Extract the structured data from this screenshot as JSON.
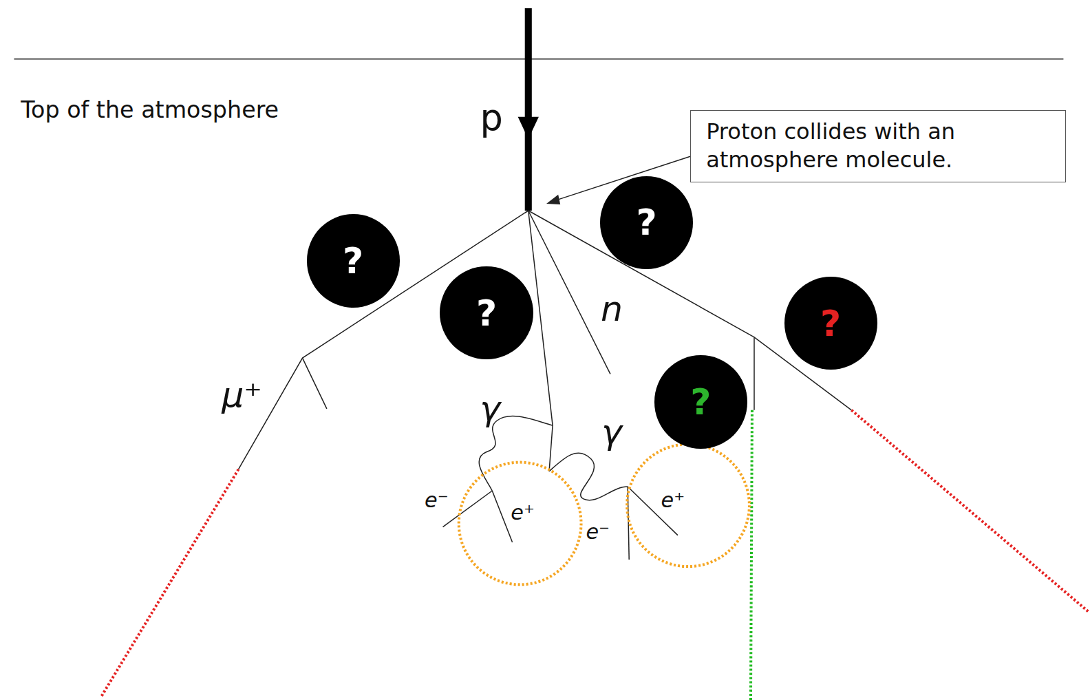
{
  "diagram": {
    "nodes": [
      {
        "text": [
          "Proton collides with an atmosphere molecule."
        ]
      },
      {
        "text": [
          "?"
        ]
      },
      {
        "text": [
          "?"
        ]
      },
      {
        "text": [
          "?"
        ]
      },
      {
        "text": [
          "?"
        ]
      },
      {
        "text": [
          "?"
        ]
      }
    ],
    "labels": [
      "Top of the atmosphere",
      "p",
      "n",
      "μ⁺",
      "γ",
      "γ",
      "e⁻",
      "e⁺",
      "e⁻",
      "e⁺"
    ]
  }
}
